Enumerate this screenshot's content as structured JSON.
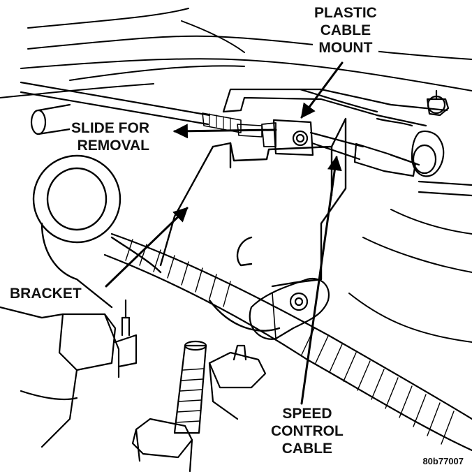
{
  "labels": {
    "plastic_cable_mount": [
      "PLASTIC",
      "CABLE",
      "MOUNT"
    ],
    "slide_for_removal": [
      "SLIDE FOR",
      "REMOVAL"
    ],
    "bracket": [
      "BRACKET"
    ],
    "speed_control_cable": [
      "SPEED",
      "CONTROL",
      "CABLE"
    ]
  },
  "figure_code": "80b77007"
}
